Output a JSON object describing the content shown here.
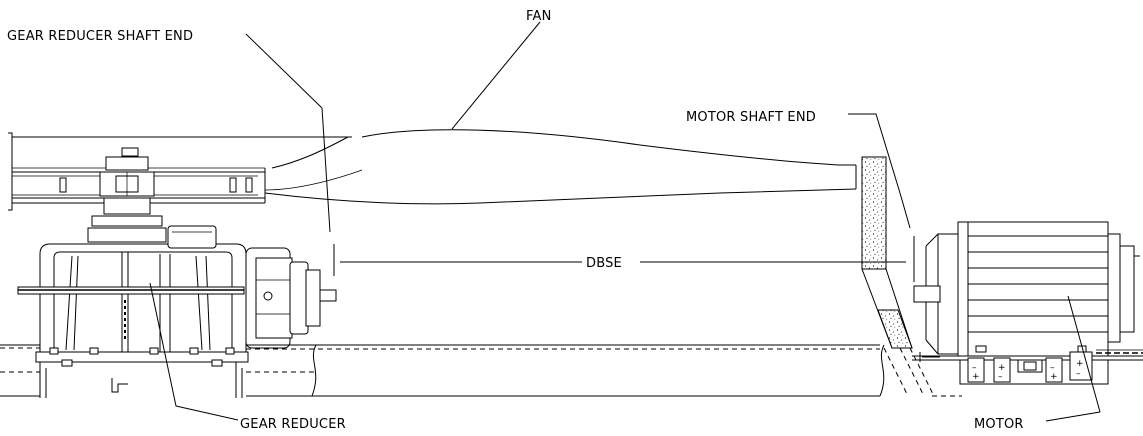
{
  "labels": {
    "fan": "FAN",
    "gear_reducer_shaft_end": "GEAR REDUCER SHAFT END",
    "motor_shaft_end": "MOTOR SHAFT END",
    "dbse": "DBSE",
    "gear_reducer": "GEAR REDUCER",
    "motor": "MOTOR"
  }
}
